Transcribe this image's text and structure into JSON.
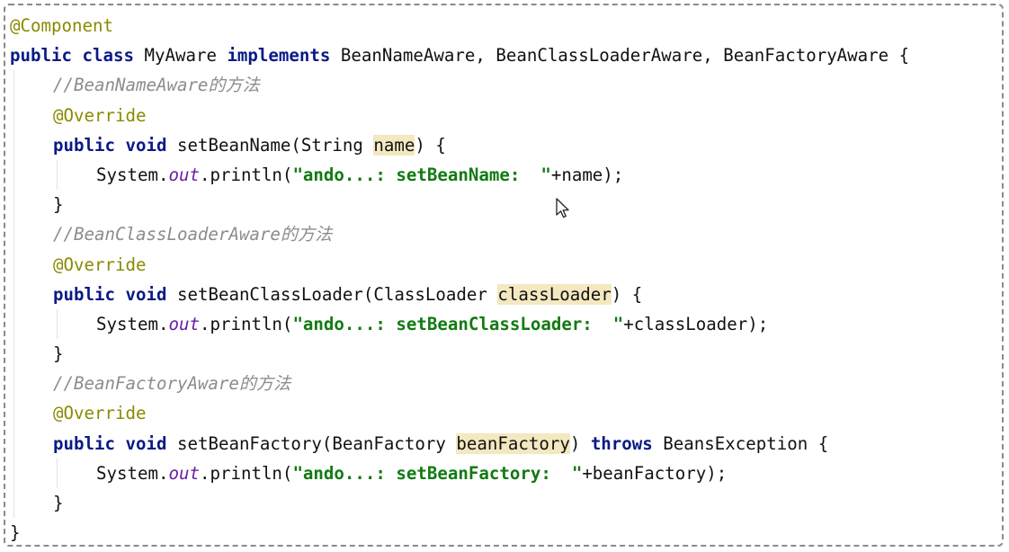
{
  "code": {
    "l1": {
      "annotation": "@Component"
    },
    "l2": {
      "kw_public": "public",
      "kw_class": "class",
      "class_name": "MyAware",
      "kw_implements": "implements",
      "interfaces": "BeanNameAware, BeanClassLoaderAware, BeanFactoryAware {"
    },
    "l3": {
      "comment": "//BeanNameAware的方法"
    },
    "l4": {
      "annotation": "@Override"
    },
    "l5": {
      "kw_public": "public",
      "kw_void": "void",
      "sig": "setBeanName(String ",
      "param": "name",
      "tail": ") {"
    },
    "l6": {
      "system": "System.",
      "out": "out",
      "println": ".println(",
      "str": "\"ando...: setBeanName:  \"",
      "rest": "+name);"
    },
    "l7": {
      "brace": "}"
    },
    "l8": {
      "comment": "//BeanClassLoaderAware的方法"
    },
    "l9": {
      "annotation": "@Override"
    },
    "l10": {
      "kw_public": "public",
      "kw_void": "void",
      "sig": "setBeanClassLoader(ClassLoader ",
      "param": "classLoader",
      "tail": ") {"
    },
    "l11": {
      "system": "System.",
      "out": "out",
      "println": ".println(",
      "str": "\"ando...: setBeanClassLoader:  \"",
      "rest": "+classLoader);"
    },
    "l12": {
      "brace": "}"
    },
    "l13": {
      "comment": "//BeanFactoryAware的方法"
    },
    "l14": {
      "annotation": "@Override"
    },
    "l15": {
      "kw_public": "public",
      "kw_void": "void",
      "sig": "setBeanFactory(BeanFactory ",
      "param": "beanFactory",
      "tail_paren": ") ",
      "kw_throws": "throws",
      "tail": " BeansException {"
    },
    "l16": {
      "system": "System.",
      "out": "out",
      "println": ".println(",
      "str": "\"ando...: setBeanFactory:  \"",
      "rest": "+beanFactory);"
    },
    "l17": {
      "brace": "}"
    },
    "l18": {
      "brace": "}"
    }
  },
  "colors": {
    "keyword": "#0a1a86",
    "annotation": "#8a8a00",
    "comment": "#8c8c8c",
    "string": "#127a12",
    "static_field": "#6a1fa0",
    "param_highlight": "#f4e8c0"
  },
  "icons": {
    "cursor": "mouse-pointer-icon"
  }
}
